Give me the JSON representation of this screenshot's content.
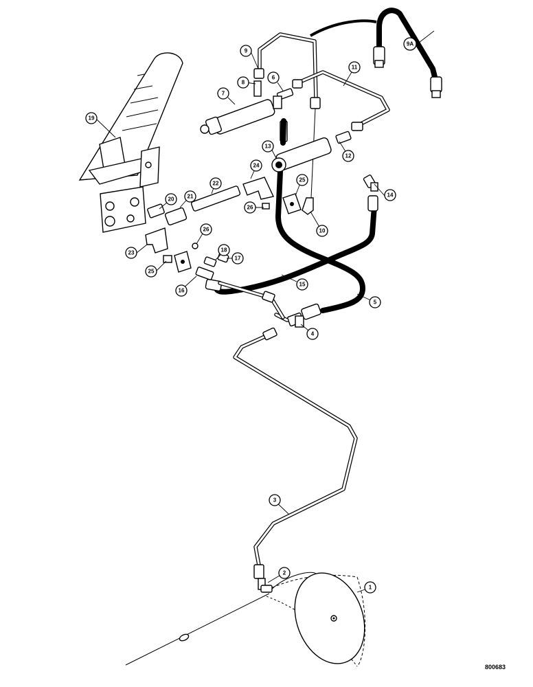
{
  "drawing_number": "800683",
  "callouts": [
    {
      "id": "c1",
      "label": "1"
    },
    {
      "id": "c2",
      "label": "2"
    },
    {
      "id": "c3",
      "label": "3"
    },
    {
      "id": "c4",
      "label": "4"
    },
    {
      "id": "c5",
      "label": "5"
    },
    {
      "id": "c6",
      "label": "6"
    },
    {
      "id": "c7",
      "label": "7"
    },
    {
      "id": "c8",
      "label": "8"
    },
    {
      "id": "c9",
      "label": "9"
    },
    {
      "id": "c9a",
      "label": "9A"
    },
    {
      "id": "c10",
      "label": "10"
    },
    {
      "id": "c11",
      "label": "11"
    },
    {
      "id": "c12",
      "label": "12"
    },
    {
      "id": "c13",
      "label": "13"
    },
    {
      "id": "c14",
      "label": "14"
    },
    {
      "id": "c15",
      "label": "15"
    },
    {
      "id": "c16",
      "label": "16"
    },
    {
      "id": "c17",
      "label": "17"
    },
    {
      "id": "c18",
      "label": "18"
    },
    {
      "id": "c19",
      "label": "19"
    },
    {
      "id": "c20",
      "label": "20"
    },
    {
      "id": "c21",
      "label": "21"
    },
    {
      "id": "c22",
      "label": "22"
    },
    {
      "id": "c23",
      "label": "23"
    },
    {
      "id": "c24",
      "label": "24"
    },
    {
      "id": "c25a",
      "label": "25"
    },
    {
      "id": "c25b",
      "label": "25"
    },
    {
      "id": "c26a",
      "label": "26"
    },
    {
      "id": "c26b",
      "label": "26"
    }
  ]
}
